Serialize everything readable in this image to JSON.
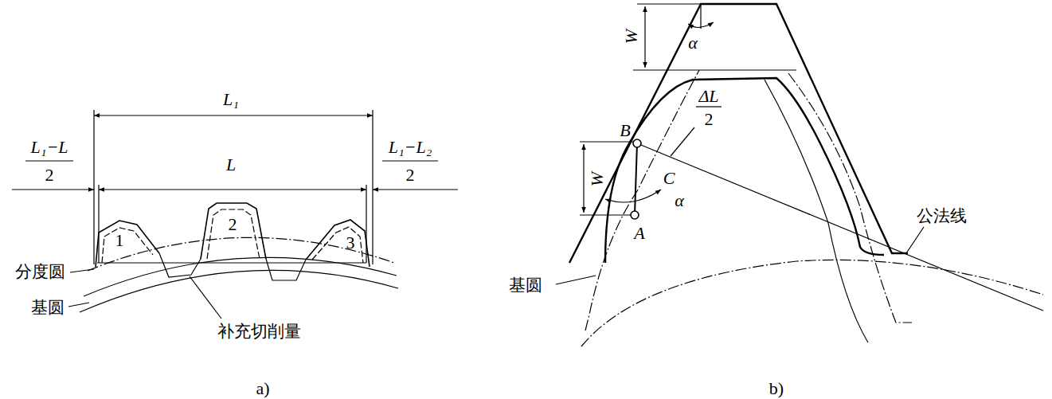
{
  "diagram": {
    "labels": [
      "L₁−L",
      "2",
      "L₁",
      "L",
      "L₁−L₂",
      "2",
      "1",
      "2",
      "3",
      "分度圆",
      "基圆",
      "补充切削量",
      "a)",
      "W",
      "α",
      "B",
      "ΔL",
      "2",
      "C",
      "W",
      "α",
      "A",
      "公法线",
      "基圆",
      "b)"
    ]
  }
}
